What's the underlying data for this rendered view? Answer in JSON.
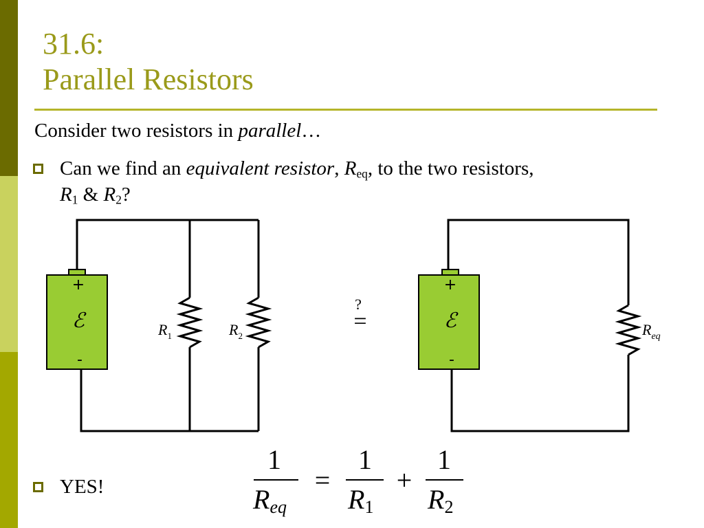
{
  "slide": {
    "title_line1": "31.6:",
    "title_line2": "Parallel Resistors",
    "intro_prefix": "Consider two resistors in ",
    "intro_emph": "parallel",
    "intro_suffix": "…",
    "q_part1": "Can we find an ",
    "q_emph": "equivalent resistor",
    "q_part2": ", ",
    "q_R": "R",
    "q_eq_sub": "eq",
    "q_part3": ", to the two resistors,",
    "q_R1": "R",
    "q_sub1": "1",
    "q_amp": " & ",
    "q_R2": "R",
    "q_sub2": "2",
    "q_end": "?",
    "yes": "YES!"
  },
  "circuit_left": {
    "battery_plus": "+",
    "battery_symbol": "ℰ",
    "battery_minus": "-",
    "r1_label": "R",
    "r1_sub": "1",
    "r2_label": "R",
    "r2_sub": "2"
  },
  "question_equals": {
    "question_mark": "?",
    "equals": "="
  },
  "circuit_right": {
    "battery_plus": "+",
    "battery_symbol": "ℰ",
    "battery_minus": "-",
    "req_label": "R",
    "req_sub": "eq"
  },
  "formula": {
    "lhs_num": "1",
    "lhs_den_R": "R",
    "lhs_den_sub": "eq",
    "equals": "=",
    "t1_num": "1",
    "t1_den_R": "R",
    "t1_den_sub": "1",
    "plus": "+",
    "t2_num": "1",
    "t2_den_R": "R",
    "t2_den_sub": "2"
  },
  "colors": {
    "battery_fill": "#99cc33",
    "title": "#9a9a1a",
    "accent_dark": "#6b6b00"
  }
}
